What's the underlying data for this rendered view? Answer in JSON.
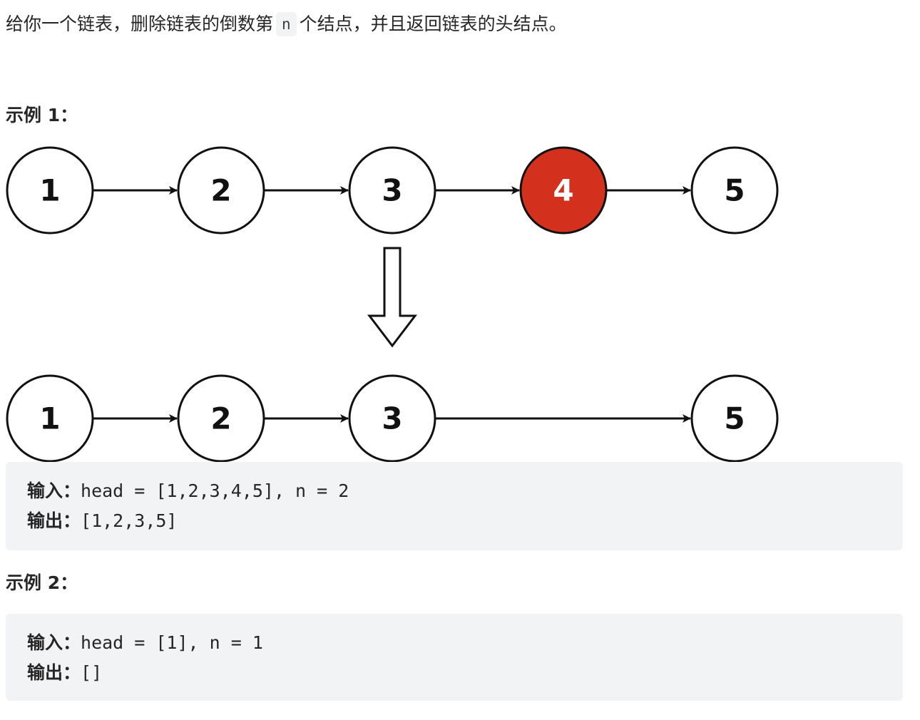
{
  "description": {
    "before": "给你一个链表，删除链表的倒数第",
    "code": "n",
    "after": "个结点，并且返回链表的头结点。"
  },
  "example1": {
    "title": "示例 1：",
    "input_label": "输入：",
    "input_value": "head = [1,2,3,4,5], n = 2",
    "output_label": "输出：",
    "output_value": "[1,2,3,5]",
    "diagram": {
      "before": {
        "nodes": [
          "1",
          "2",
          "3",
          "4",
          "5"
        ],
        "highlighted": "4"
      },
      "after": {
        "nodes": [
          "1",
          "2",
          "3",
          "5"
        ]
      },
      "highlight_color": "#d3311e"
    }
  },
  "example2": {
    "title": "示例 2：",
    "input_label": "输入：",
    "input_value": "head = [1], n = 1",
    "output_label": "输出：",
    "output_value": "[]"
  }
}
